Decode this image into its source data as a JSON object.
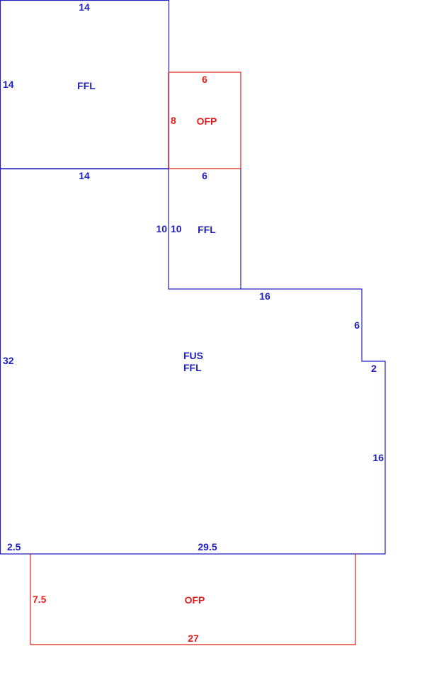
{
  "colors": {
    "living_area": "#1f1fbf",
    "porch": "#e01e1e",
    "background": "#ffffff"
  },
  "areas": {
    "upper_ffl": {
      "label": "FFL",
      "dim_top": "14",
      "dim_left": "14",
      "dim_bottom": "14"
    },
    "upper_ofp": {
      "label": "OFP",
      "dim_top": "6",
      "dim_left": "8"
    },
    "middle_ffl": {
      "label": "FFL",
      "dim_top": "6",
      "dim_left_outer": "10",
      "dim_left_inner": "10"
    },
    "main": {
      "label_line1": "FUS",
      "label_line2": "FFL",
      "dim_left": "32",
      "dim_step_top": "16",
      "dim_step_side": "6",
      "dim_step_jog": "2",
      "dim_right": "16",
      "dim_bottom_left": "2.5",
      "dim_bottom": "29.5"
    },
    "lower_ofp": {
      "label": "OFP",
      "dim_left": "7.5",
      "dim_bottom": "27"
    }
  }
}
